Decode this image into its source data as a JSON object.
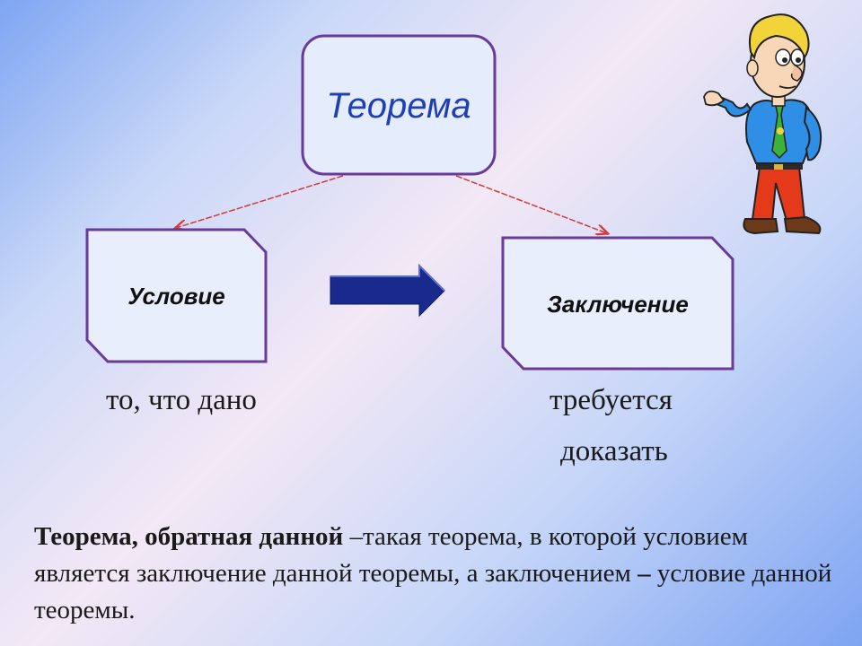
{
  "diagram": {
    "theorem_label": "Теорема",
    "condition_label": "Условие",
    "conclusion_label": "Заключение",
    "condition_caption": "то, что дано",
    "conclusion_caption_line1": "требуется",
    "conclusion_caption_line2": "доказать"
  },
  "definition": {
    "term": "Теорема, обратная данной",
    "text_part1": " –такая теорема, в которой условием является заключение данной теоремы, а заключением ",
    "dash": "–",
    "text_part2": " условие данной теоремы."
  },
  "colors": {
    "box_border": "#6a3a9a",
    "theorem_text": "#1f3fb4",
    "connector": "#d23a3a",
    "block_arrow": "#1a2a8c"
  },
  "icons": {
    "character": "cartoon-man-icon",
    "implication": "right-block-arrow-icon"
  }
}
